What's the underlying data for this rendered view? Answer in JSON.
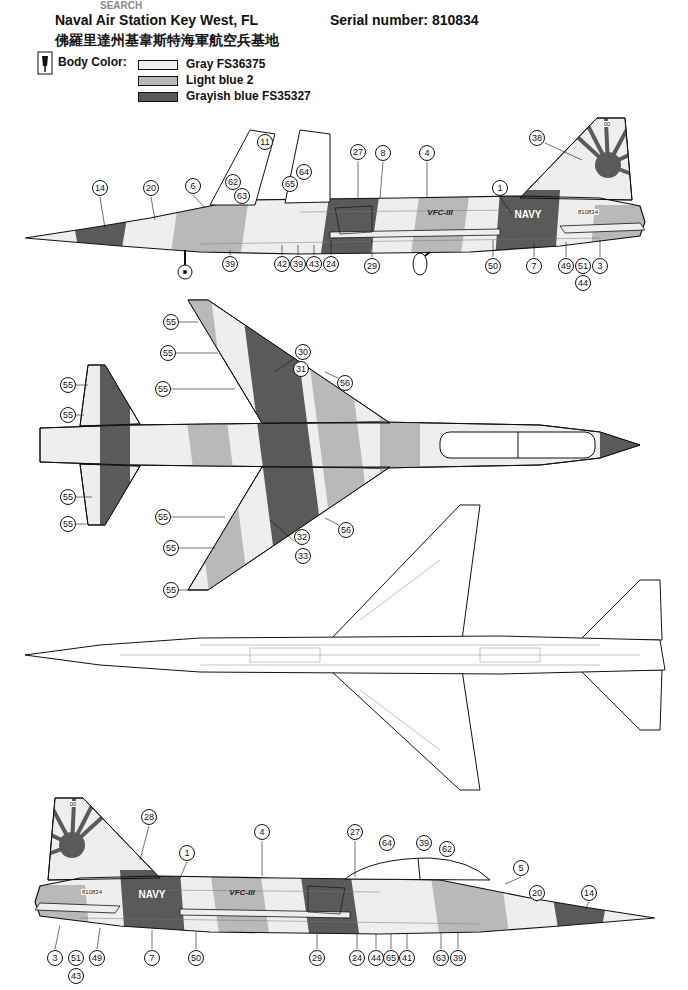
{
  "diagram": {
    "title": "Naval Air Station Key West, FL",
    "labels": [
      "SEARCH",
      "Serial number: 810834",
      "佛羅里達州基韋斯特海軍航空兵基地",
      "Body Color:",
      "14",
      "20",
      "6",
      "11",
      "62",
      "63",
      "65",
      "64",
      "27",
      "8",
      "4",
      "38",
      "1",
      "39",
      "42",
      "39",
      "43",
      "24",
      "29",
      "50",
      "7",
      "49",
      "51",
      "3",
      "44",
      "55",
      "55",
      "30",
      "31",
      "55",
      "56",
      "55",
      "55",
      "55",
      "55",
      "55",
      "56",
      "32",
      "55",
      "33",
      "55",
      "28",
      "4",
      "27",
      "1",
      "64",
      "39",
      "62",
      "5",
      "20",
      "14",
      "3",
      "51",
      "49",
      "43",
      "7",
      "50",
      "29",
      "24",
      "44",
      "65",
      "41",
      "63",
      "39",
      "VFC-III",
      "NAVY",
      "810834",
      "00",
      "VFC-III",
      "NAVY",
      "810834",
      "00"
    ],
    "legend": [
      {
        "text": "Gray FS36375",
        "color": "#eeeeee"
      },
      {
        "text": "Light blue 2",
        "color": "#b9b9b9"
      },
      {
        "text": "Grayish blue FS35327",
        "color": "#5a5a5a"
      }
    ]
  }
}
